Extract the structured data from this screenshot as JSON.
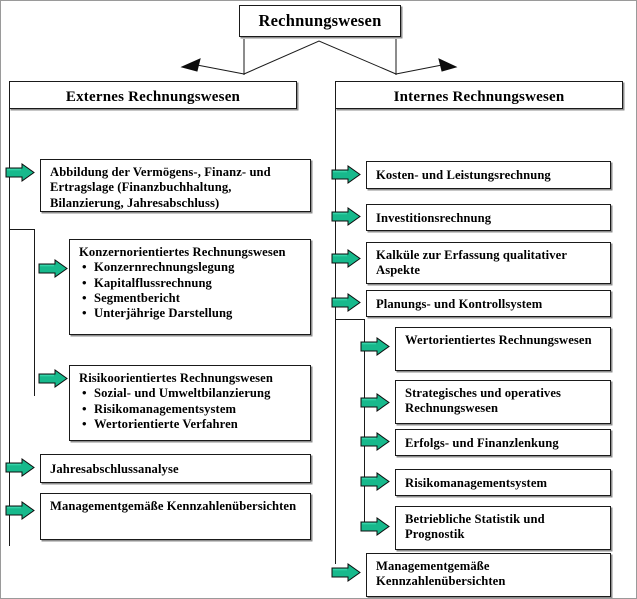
{
  "diagram": {
    "title": "Rechnungswesen",
    "columns": [
      {
        "id": "externes",
        "header": "Externes Rechnungswesen",
        "items": [
          {
            "heading": "Abbildung der Vermögens-, Finanz- und Ertragslage (Finanzbuchhaltung, Bilanzierung, Jahresabschluss)",
            "bullets": [],
            "nested": false
          },
          {
            "heading": "Konzernorientiertes Rechnungswesen",
            "bullets": [
              "Konzernrechnungslegung",
              "Kapitalflussrechnung",
              "Segmentbericht",
              "Unterjährige Darstellung"
            ],
            "nested": true
          },
          {
            "heading": "Risikoorientiertes Rechnungswesen",
            "bullets": [
              "Sozial- und Umweltbilanzierung",
              "Risikomanagementsystem",
              "Wertorientierte Verfahren"
            ],
            "nested": true
          },
          {
            "heading": "Jahresabschlussanalyse",
            "bullets": [],
            "nested": false
          },
          {
            "heading": "Managementgemäße Kennzahlenübersichten",
            "bullets": [],
            "nested": false
          }
        ]
      },
      {
        "id": "internes",
        "header": "Internes Rechnungswesen",
        "items": [
          {
            "heading": "Kosten- und Leistungsrechnung",
            "bullets": [],
            "nested": false
          },
          {
            "heading": "Investitionsrechnung",
            "bullets": [],
            "nested": false
          },
          {
            "heading": "Kalküle zur Erfassung qualitativer Aspekte",
            "bullets": [],
            "nested": false
          },
          {
            "heading": "Planungs- und Kontrollsystem",
            "bullets": [],
            "nested": false
          },
          {
            "heading": "Wertorientiertes Rechnungswesen",
            "bullets": [],
            "nested": true
          },
          {
            "heading": "Strategisches und operatives Rechnungswesen",
            "bullets": [],
            "nested": true
          },
          {
            "heading": "Erfolgs- und Finanzlenkung",
            "bullets": [],
            "nested": true
          },
          {
            "heading": "Risikomanagementsystem",
            "bullets": [],
            "nested": true
          },
          {
            "heading": "Betriebliche Statistik und Prognostik",
            "bullets": [],
            "nested": true
          },
          {
            "heading": "Managementgemäße Kennzahlenübersichten",
            "bullets": [],
            "nested": false
          }
        ]
      }
    ],
    "colors": {
      "arrow_fill": "#17B98C",
      "arrow_highlight": "#35D3A8",
      "arrow_stroke": "#0d0d0d",
      "box_border": "#1a1a1a",
      "box_shadow": "#8e8e8e",
      "background": "#ffffff",
      "frame_border": "#9a9a9a"
    }
  }
}
